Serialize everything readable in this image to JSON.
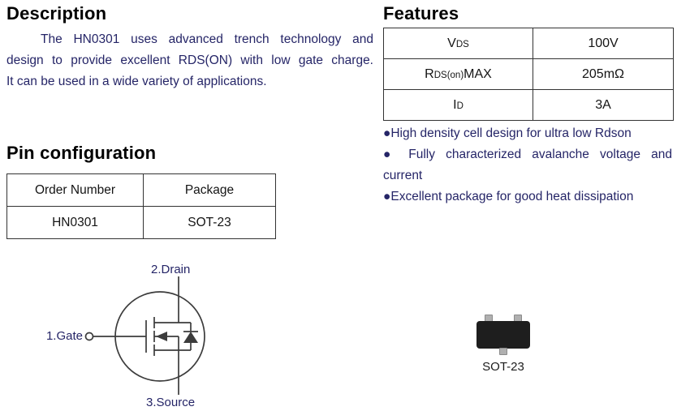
{
  "colors": {
    "heading": "#000000",
    "body_text": "#252567",
    "table_text": "#141414",
    "package_body": "#1e1e1e"
  },
  "description": {
    "title": "Description",
    "lines": [
      "The HN0301 uses advanced trench technology and",
      "design to provide excellent RDS(ON) with low gate charge.",
      "It can be used in a wide variety of applications."
    ]
  },
  "features": {
    "title": "Features",
    "table": {
      "rows": [
        {
          "param_main": "V",
          "param_sub": "DS",
          "param_tail": "",
          "value": "100V"
        },
        {
          "param_main": "R",
          "param_sub": "DS(on)",
          "param_tail": "MAX",
          "value": "205mΩ"
        },
        {
          "param_main": "I",
          "param_sub": "D",
          "param_tail": "",
          "value": "3A"
        }
      ]
    },
    "bullet_lines": [
      "●High density cell design for ultra low Rdson",
      "● Fully characterized avalanche voltage and",
      "current",
      "●Excellent package for good heat dissipation"
    ]
  },
  "pin_configuration": {
    "title": "Pin configuration",
    "table": {
      "headers": [
        "Order Number",
        "Package"
      ],
      "rows": [
        [
          "HN0301",
          "SOT-23"
        ]
      ]
    }
  },
  "schematic": {
    "drain_label": "2.Drain",
    "gate_label": "1.Gate",
    "source_label": "3.Source"
  },
  "package": {
    "caption": "SOT-23"
  }
}
